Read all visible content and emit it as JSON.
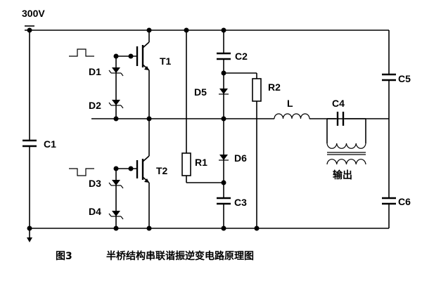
{
  "diagram": {
    "supply_label": "300V",
    "components": {
      "C1": "C1",
      "C2": "C2",
      "C3": "C3",
      "C4": "C4",
      "C5": "C5",
      "C6": "C6",
      "D1": "D1",
      "D2": "D2",
      "D3": "D3",
      "D4": "D4",
      "D5": "D5",
      "D6": "D6",
      "R1": "R1",
      "R2": "R2",
      "L": "L",
      "T1": "T1",
      "T2": "T2"
    },
    "output_label": "输出",
    "caption_number": "图3",
    "caption_text": "半桥结构串联谐振逆变电路原理图"
  }
}
